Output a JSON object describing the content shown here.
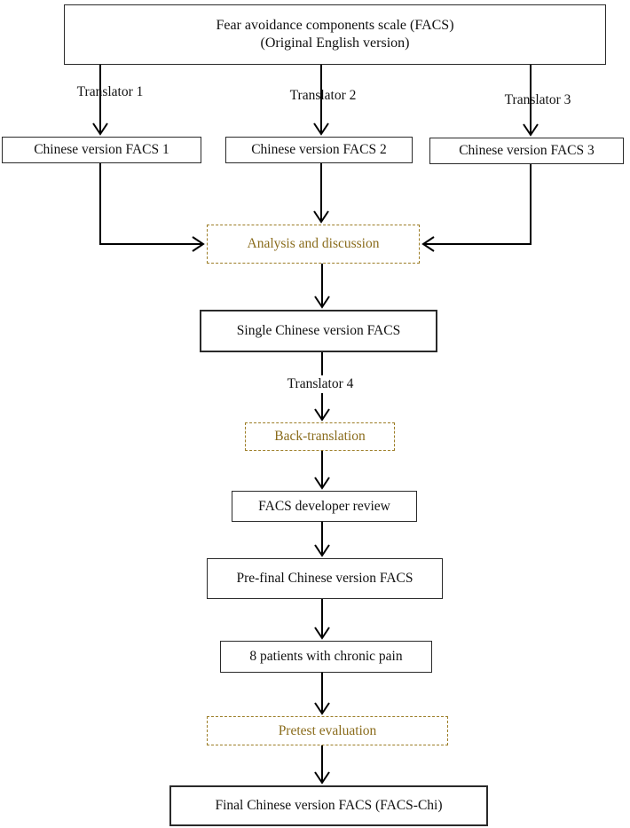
{
  "colors": {
    "background": "#ffffff",
    "text": "#111111",
    "line": "#000000",
    "accent_border": "#9c7d26",
    "accent_text": "#8a6c1c"
  },
  "source_box": {
    "line1": "Fear avoidance components scale (FACS)",
    "line2": "(Original English version)"
  },
  "translator_labels": {
    "t1": "Translator 1",
    "t2": "Translator 2",
    "t3": "Translator 3",
    "t4": "Translator 4"
  },
  "version_boxes": {
    "v1": "Chinese version FACS 1",
    "v2": "Chinese version FACS 2",
    "v3": "Chinese version FACS 3"
  },
  "steps": {
    "analysis": "Analysis and discussion",
    "single_version": "Single Chinese version FACS",
    "back_translation": "Back-translation",
    "developer_review": "FACS developer review",
    "prefinal": "Pre-final Chinese version FACS",
    "patients": "8 patients with chronic pain",
    "pretest": "Pretest evaluation",
    "final": "Final Chinese version FACS (FACS-Chi)"
  }
}
